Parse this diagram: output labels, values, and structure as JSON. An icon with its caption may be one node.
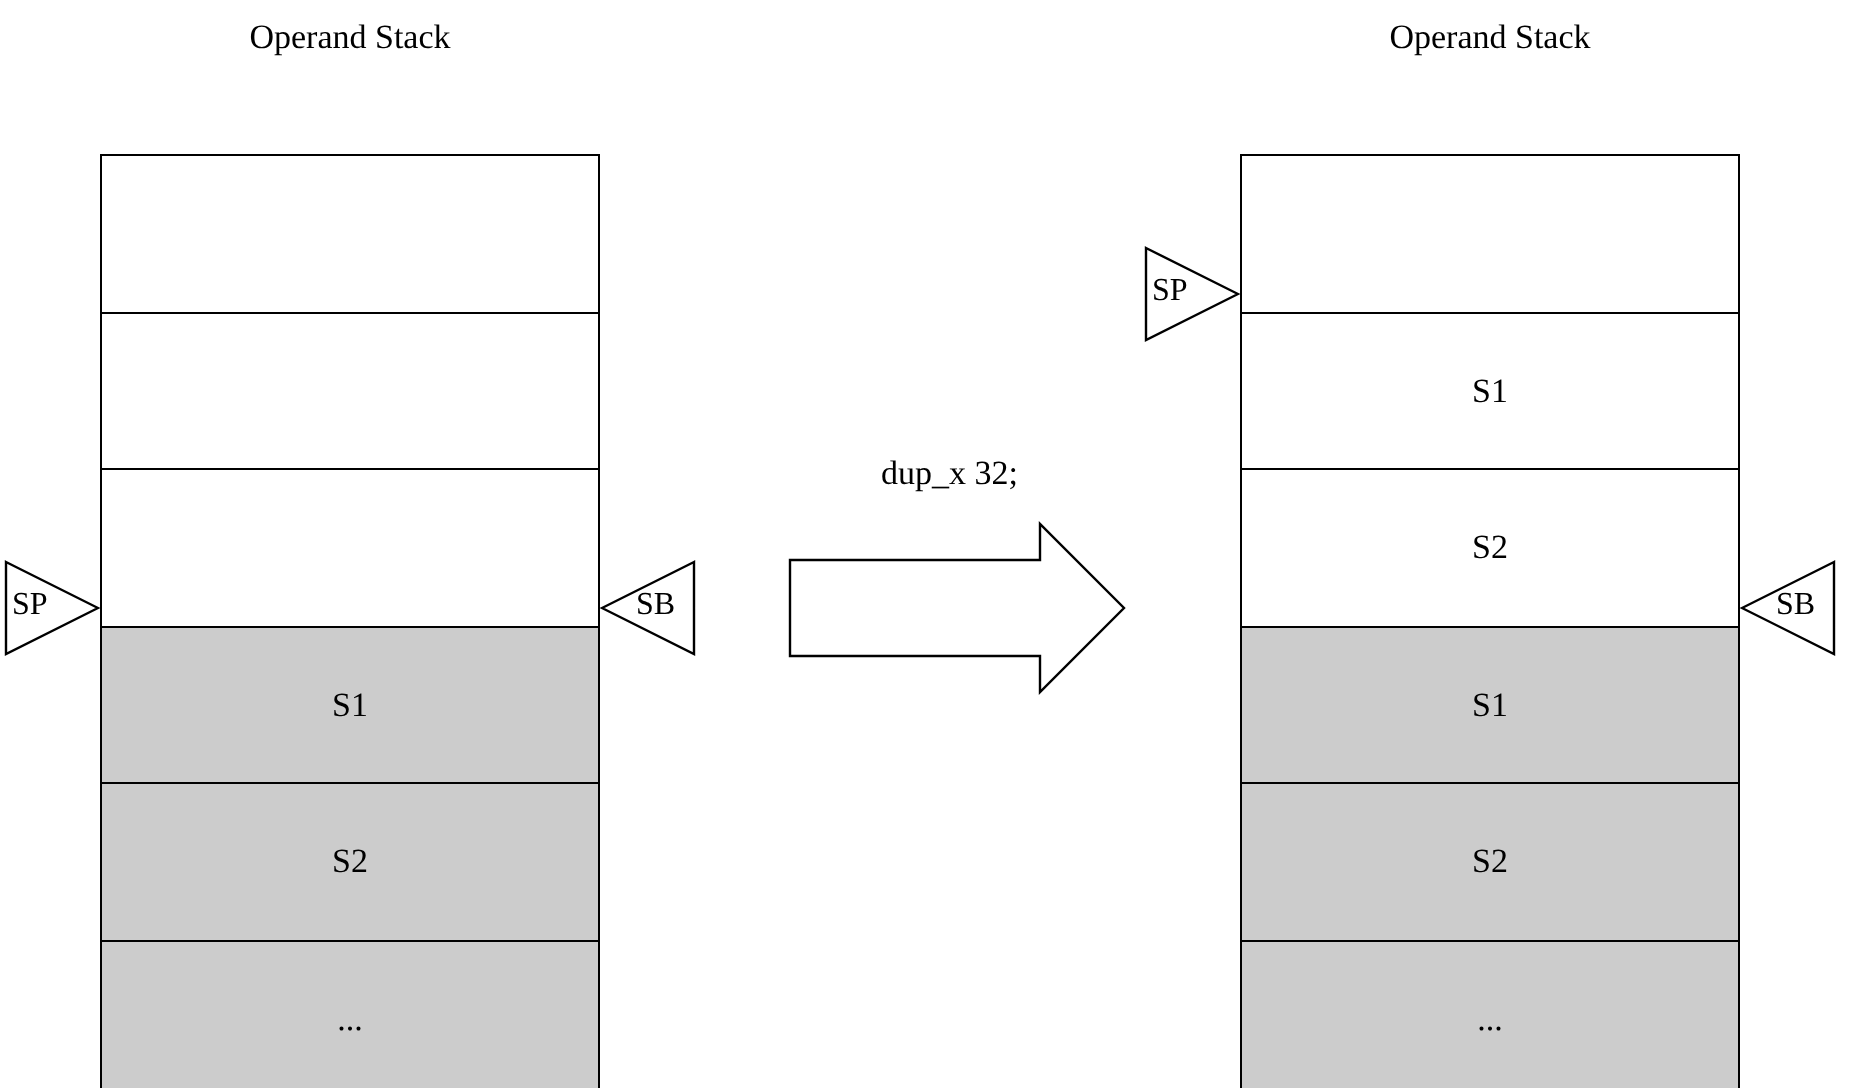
{
  "diagram": {
    "nodes": [
      {
        "text": [
          "Operand Stack"
        ]
      },
      {
        "text": [],
        "shape": "box",
        "in": 0
      },
      {
        "text": [],
        "shape": "box",
        "in": 0
      },
      {
        "text": [],
        "shape": "box",
        "in": 0
      },
      {
        "text": [
          "S1"
        ],
        "in": 0
      },
      {
        "text": [
          "S2"
        ],
        "in": 0
      },
      {
        "text": [
          "..."
        ],
        "in": 0
      },
      {
        "text": [
          "SP"
        ]
      },
      {
        "text": [
          "SB"
        ]
      },
      {
        "text": [
          "Operand Stack"
        ]
      },
      {
        "text": [],
        "shape": "box",
        "in": 9
      },
      {
        "text": [
          "S1"
        ],
        "in": 9
      },
      {
        "text": [
          "S2"
        ],
        "in": 9
      },
      {
        "text": [
          "S1"
        ],
        "in": 9
      },
      {
        "text": [
          "S2"
        ],
        "in": 9
      },
      {
        "text": [
          "..."
        ],
        "in": 9
      },
      {
        "text": [
          "SP"
        ]
      },
      {
        "text": [
          "SB"
        ]
      }
    ],
    "edges": [
      {
        "from": 0,
        "to": 9,
        "arrow": "to",
        "label": "dup_x 32;"
      }
    ]
  }
}
